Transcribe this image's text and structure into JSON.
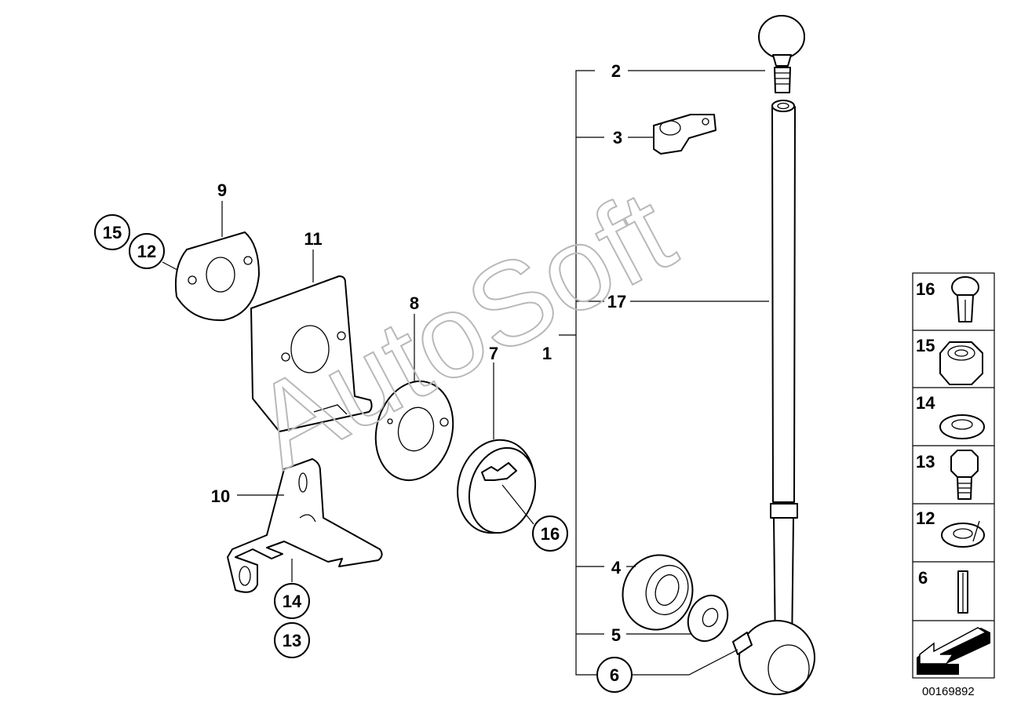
{
  "watermark": "AutoSoft",
  "diagram_id": "00169892",
  "callouts": {
    "c1": "1",
    "c2": "2",
    "c3": "3",
    "c4": "4",
    "c5": "5",
    "c6": "6",
    "c7": "7",
    "c8": "8",
    "c9": "9",
    "c10": "10",
    "c11": "11",
    "c12": "12",
    "c13": "13",
    "c14": "14",
    "c15": "15",
    "c16": "16",
    "c17": "17"
  },
  "side_panel": [
    "16",
    "15",
    "14",
    "13",
    "12",
    "6"
  ]
}
